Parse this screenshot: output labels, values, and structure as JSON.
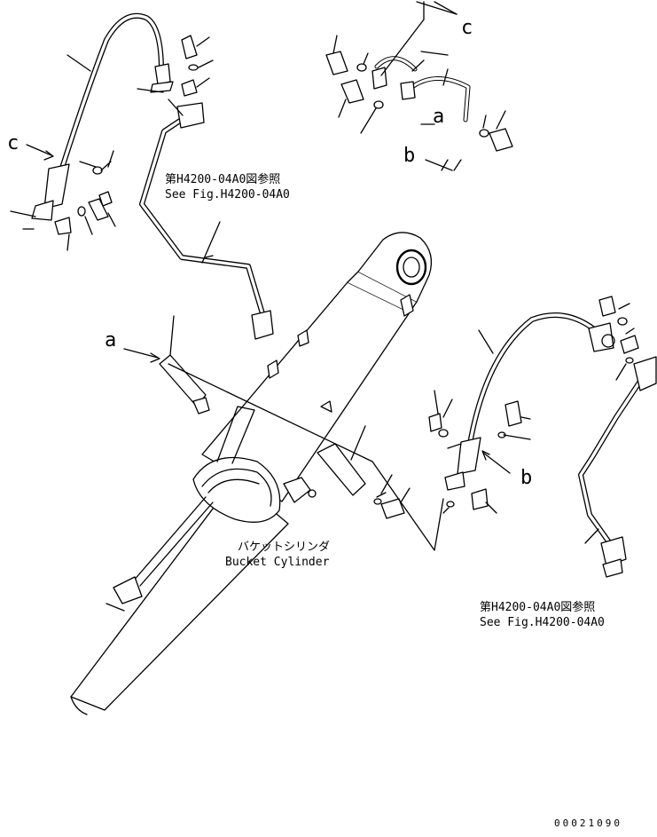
{
  "callouts": {
    "c": "c",
    "a": "a",
    "b": "b"
  },
  "reference_note": {
    "jp": "第H4200-04A0図参照",
    "en": "See Fig.H4200-04A0"
  },
  "component": {
    "jp": "バケットシリンダ",
    "en": "Bucket Cylinder"
  },
  "drawing_number": "00021090"
}
